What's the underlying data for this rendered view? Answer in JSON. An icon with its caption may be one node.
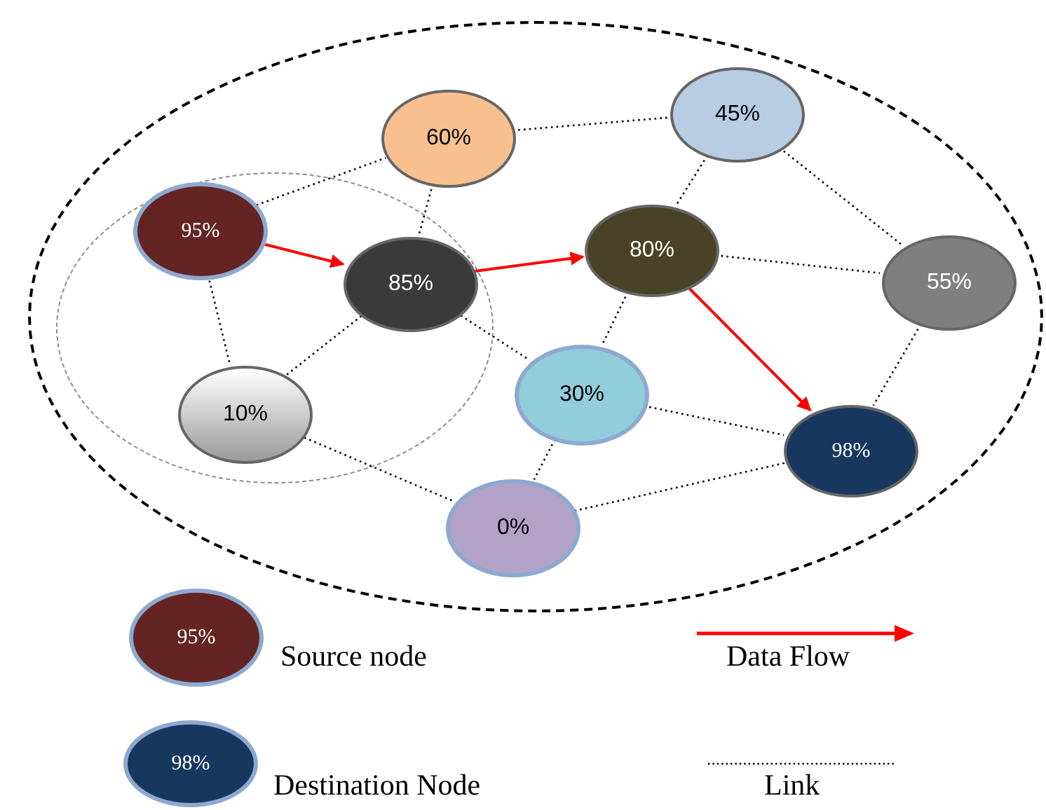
{
  "diagram": {
    "nodes": [
      {
        "text": [],
        "shape": "ellipse"
      },
      {
        "text": [],
        "shape": "ellipse",
        "in": 0
      },
      {
        "text": [
          "60%"
        ],
        "in": 0
      },
      {
        "text": [
          "45%"
        ],
        "in": 0
      },
      {
        "text": [
          "95%"
        ],
        "in": 1
      },
      {
        "text": [
          "85%"
        ],
        "in": 1
      },
      {
        "text": [
          "80%"
        ],
        "in": 0
      },
      {
        "text": [
          "55%"
        ],
        "in": 0
      },
      {
        "text": [
          "10%"
        ],
        "in": 1
      },
      {
        "text": [
          "30%"
        ],
        "in": 0
      },
      {
        "text": [
          "98%"
        ],
        "in": 0
      },
      {
        "text": [
          "0%"
        ],
        "in": 0
      }
    ],
    "edges": [
      {
        "from": 4,
        "to": 2,
        "arrow": "none",
        "style": "dashed"
      },
      {
        "from": 2,
        "to": 3,
        "arrow": "none",
        "style": "dashed"
      },
      {
        "from": 2,
        "to": 5,
        "arrow": "none",
        "style": "dashed"
      },
      {
        "from": 4,
        "to": 5,
        "arrow": "to",
        "color": "#ff0000"
      },
      {
        "from": 5,
        "to": 6,
        "arrow": "to",
        "color": "#ff0000"
      },
      {
        "from": 3,
        "to": 6,
        "arrow": "none",
        "style": "dashed"
      },
      {
        "from": 3,
        "to": 7,
        "arrow": "none",
        "style": "dashed"
      },
      {
        "from": 4,
        "to": 8,
        "arrow": "none",
        "style": "dashed"
      },
      {
        "from": 8,
        "to": 5,
        "arrow": "none",
        "style": "dashed"
      },
      {
        "from": 6,
        "to": 7,
        "arrow": "none",
        "style": "dashed"
      },
      {
        "from": 5,
        "to": 9,
        "arrow": "none",
        "style": "dashed"
      },
      {
        "from": 6,
        "to": 9,
        "arrow": "none",
        "style": "dashed"
      },
      {
        "from": 6,
        "to": 10,
        "arrow": "to",
        "color": "#ff0000"
      },
      {
        "from": 7,
        "to": 10,
        "arrow": "none",
        "style": "dashed"
      },
      {
        "from": 9,
        "to": 10,
        "arrow": "none",
        "style": "dashed"
      },
      {
        "from": 9,
        "to": 11,
        "arrow": "none",
        "style": "dashed"
      },
      {
        "from": 8,
        "to": 11,
        "arrow": "none",
        "style": "dashed"
      },
      {
        "from": 11,
        "to": 10,
        "arrow": "none",
        "style": "dashed"
      }
    ],
    "labels": [
      "95%",
      "98%"
    ],
    "legend": [
      {
        "text": "Source node",
        "color": "#632423"
      },
      {
        "text": "Destination Node",
        "color": "#17375e"
      },
      {
        "text": "Data Flow"
      },
      {
        "text": "Link"
      }
    ]
  }
}
